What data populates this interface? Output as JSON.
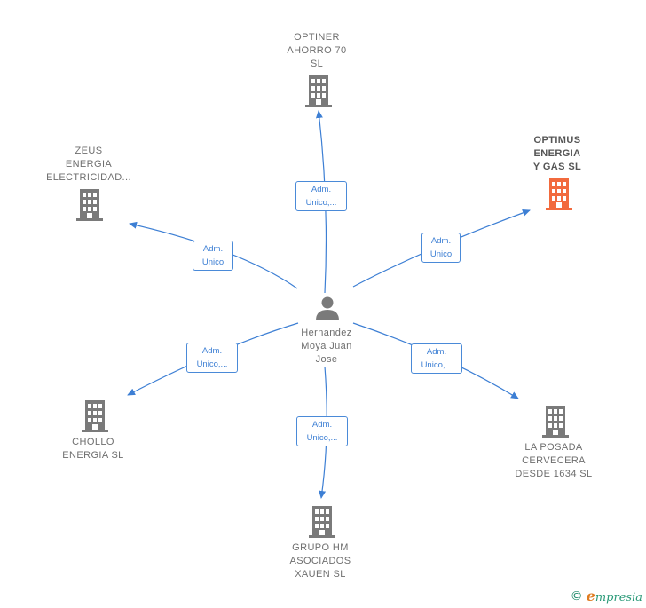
{
  "center": {
    "name_lines": [
      "Hernandez",
      "Moya Juan",
      "Jose"
    ],
    "icon": "person-icon"
  },
  "companies": [
    {
      "id": "optiner",
      "lines": [
        "OPTINER",
        "AHORRO 70",
        "SL"
      ],
      "icon": "building-icon",
      "color": "#7a7a7a",
      "highlight": false
    },
    {
      "id": "optimus",
      "lines": [
        "OPTIMUS",
        "ENERGIA",
        "Y GAS  SL"
      ],
      "icon": "building-icon",
      "color": "#f26a3d",
      "highlight": true
    },
    {
      "id": "zeus",
      "lines": [
        "ZEUS",
        "ENERGIA",
        "ELECTRICIDAD..."
      ],
      "icon": "building-icon",
      "color": "#7a7a7a",
      "highlight": false
    },
    {
      "id": "chollo",
      "lines": [
        "CHOLLO",
        "ENERGIA  SL"
      ],
      "icon": "building-icon",
      "color": "#7a7a7a",
      "highlight": false
    },
    {
      "id": "laposada",
      "lines": [
        "LA POSADA",
        "CERVECERA",
        "DESDE 1634 SL"
      ],
      "icon": "building-icon",
      "color": "#7a7a7a",
      "highlight": false
    },
    {
      "id": "grupohm",
      "lines": [
        "GRUPO HM",
        "ASOCIADOS",
        "XAUEN  SL"
      ],
      "icon": "building-icon",
      "color": "#7a7a7a",
      "highlight": false
    }
  ],
  "relations": [
    {
      "to": "optiner",
      "lines": [
        "Adm.",
        "Unico,..."
      ]
    },
    {
      "to": "optimus",
      "lines": [
        "Adm.",
        "Unico"
      ]
    },
    {
      "to": "zeus",
      "lines": [
        "Adm.",
        "Unico"
      ]
    },
    {
      "to": "chollo",
      "lines": [
        "Adm.",
        "Unico,..."
      ]
    },
    {
      "to": "laposada",
      "lines": [
        "Adm.",
        "Unico,..."
      ]
    },
    {
      "to": "grupohm",
      "lines": [
        "Adm.",
        "Unico,..."
      ]
    }
  ],
  "edge_color": "#3d7fd4",
  "footer": {
    "copyright": "©",
    "brand_initial": "e",
    "brand_rest": "mpresia"
  }
}
